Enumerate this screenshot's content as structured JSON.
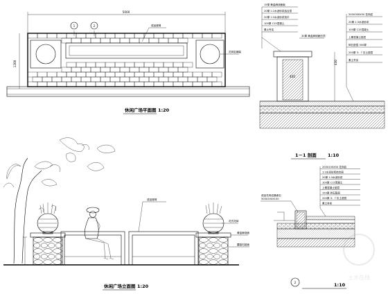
{
  "captions": {
    "plan_title": "休闲广场平面图",
    "plan_scale": "1:20",
    "section_title": "1－1 剖面",
    "section_scale": "1:10",
    "elevation_title": "休闲广场立面图",
    "elevation_scale": "1:20",
    "detail_number": "2",
    "detail_scale": "1:10"
  },
  "plan": {
    "overall_dim": "5000",
    "left_dim": "1200",
    "marker_1": "1",
    "marker_2": "2",
    "label_center": "成品座椅",
    "label_right": "花岗岩铺装"
  },
  "section_notes": [
    "15厚 黄金麻烧面板",
    "20厚 1:2水泥砂浆结合层",
    "20厚 1:3水泥砂浆找平",
    "100厚 C15混凝土",
    "素土夯实"
  ],
  "section_mid_note": "30厚 黄金麻烧面压顶",
  "section_right_notes": [
    "200X300X50 花岗岩",
    "20厚 1:3水泥砂浆",
    "100厚 C15混凝土",
    "上覆混凝土垫层",
    "碎石垫层 300厚",
    "200厚 3：7 灰土垫层",
    "素土夯实"
  ],
  "section_dims": [
    "450",
    "420",
    "430"
  ],
  "elevation_labels": [
    "成品座椅",
    "花式花钵",
    "黄金麻烧面",
    "蘑菇石贴面"
  ],
  "detail_notes": [
    "200X100X50 花岗岩",
    "1:2水泥砂浆结合层",
    "20厚 1:3水泥砂浆",
    "100厚 C15混凝土",
    "上覆混凝土垫层",
    "150厚 碎石垫层",
    "200厚 3：7 灰土垫层",
    "素土夯实"
  ],
  "detail_left_note": "成品花岗岩路缘石",
  "detail_left_note2": "500X200X100",
  "watermark": "土木在线"
}
